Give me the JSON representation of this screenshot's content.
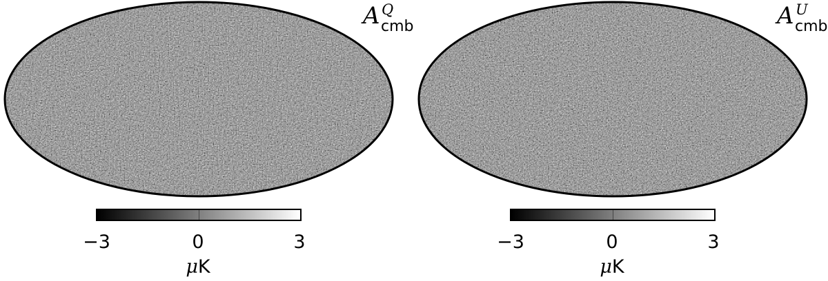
{
  "panels": [
    {
      "label_main": "A",
      "label_sup": "Q",
      "label_sub": "cmb",
      "colorbar": {
        "min_label": "−3",
        "mid_label": "0",
        "max_label": "3",
        "unit_symbol": "μ",
        "unit_rest": "K",
        "min_color": "#000000",
        "max_color": "#ffffff"
      }
    },
    {
      "label_main": "A",
      "label_sup": "U",
      "label_sub": "cmb",
      "colorbar": {
        "min_label": "−3",
        "mid_label": "0",
        "max_label": "3",
        "unit_symbol": "μ",
        "unit_rest": "K",
        "min_color": "#000000",
        "max_color": "#ffffff"
      }
    }
  ]
}
